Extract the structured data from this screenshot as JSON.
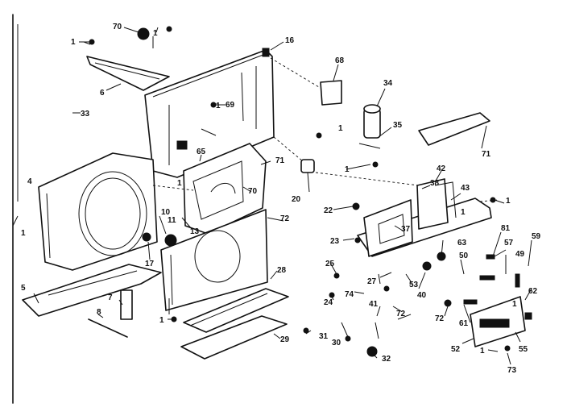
{
  "labels": [
    "1",
    "70",
    "1",
    "6",
    "1",
    "69",
    "16",
    "68",
    "34",
    "33",
    "1",
    "35",
    "1",
    "71",
    "4",
    "65",
    "71",
    "42",
    "38",
    "70",
    "20",
    "43",
    "1",
    "1",
    "13",
    "22",
    "10",
    "11",
    "72",
    "1",
    "81",
    "17",
    "23",
    "37",
    "59",
    "63",
    "57",
    "25",
    "50",
    "5",
    "28",
    "49",
    "27",
    "53",
    "40",
    "74",
    "62",
    "24",
    "7",
    "72",
    "30",
    "41",
    "72",
    "61",
    "8",
    "1",
    "31",
    "29",
    "52",
    "55",
    "1",
    "32",
    "73",
    "1",
    "1"
  ]
}
